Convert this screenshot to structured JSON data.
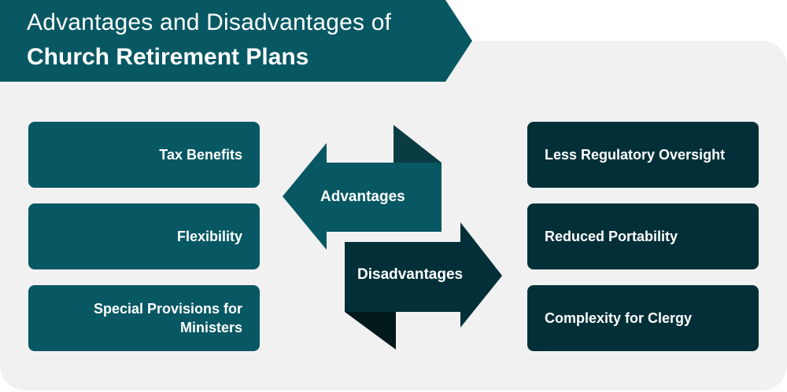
{
  "title": {
    "line1": "Advantages and Disadvantages of",
    "line2": "Church Retirement Plans"
  },
  "center": {
    "advantages_label": "Advantages",
    "disadvantages_label": "Disadvantages"
  },
  "advantages": [
    {
      "label": "Tax Benefits"
    },
    {
      "label": "Flexibility"
    },
    {
      "label": "Special Provisions for Ministers"
    }
  ],
  "disadvantages": [
    {
      "label": "Less Regulatory Oversight"
    },
    {
      "label": "Reduced Portability"
    },
    {
      "label": "Complexity for Clergy"
    }
  ],
  "colors": {
    "advantage_teal": "#075863",
    "disadvantage_dark": "#033038",
    "panel_gray": "#f1f1f1"
  }
}
